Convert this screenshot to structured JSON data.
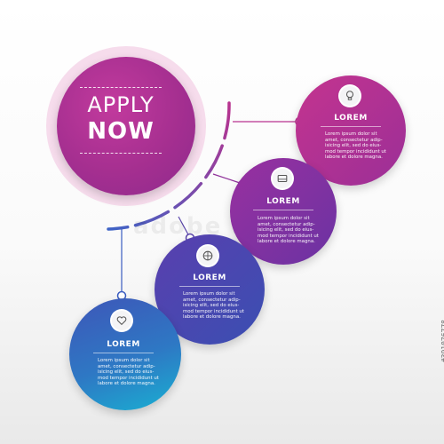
{
  "apply": {
    "line1": "APPLY",
    "line2": "NOW"
  },
  "steps": [
    {
      "title": "LOREM",
      "text": "Lorem ipsum dolor sit\namet, consectetur adip-\nisicing elit, sed do eius-\nmod tempor incididunt ut\nlabore et dolore magna.",
      "icon": "lightbulb-icon"
    },
    {
      "title": "LOREM",
      "text": "Lorem ipsum dolor sit\namet, consectetur adip-\nisicing elit, sed do eius-\nmod tempor incididunt ut\nlabore et dolore magna.",
      "icon": "card-icon"
    },
    {
      "title": "LOREM",
      "text": "Lorem ipsum dolor sit\namet, consectetur adip-\nisicing elit, sed do eius-\nmod tempor incididunt ut\nlabore et dolore magna.",
      "icon": "basketball-icon"
    },
    {
      "title": "LOREM",
      "text": "Lorem ipsum dolor sit\namet, consectetur adip-\nisicing elit, sed do eius-\nmod tempor incididunt ut\nlabore et dolore magna.",
      "icon": "heart-icon"
    }
  ],
  "watermark": "adobe stock",
  "stock_id": "#391076778",
  "colors": {
    "magenta": "#b8338f",
    "purple": "#7a2c9c",
    "indigo": "#4a4fae",
    "teal": "#1fa7cf"
  }
}
